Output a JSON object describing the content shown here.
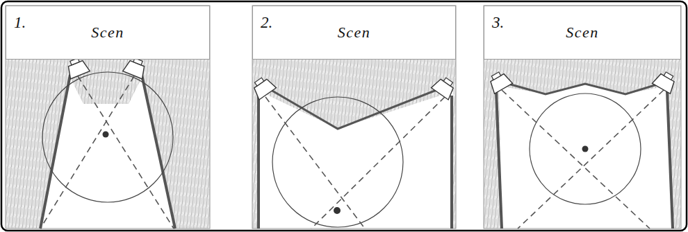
{
  "diagram": {
    "nodes": [
      {
        "text": [
          "Scen"
        ]
      },
      {
        "text": [
          "Scen"
        ]
      },
      {
        "text": [
          "Scen"
        ]
      }
    ],
    "labels": [
      "1.",
      "2.",
      "3."
    ]
  }
}
